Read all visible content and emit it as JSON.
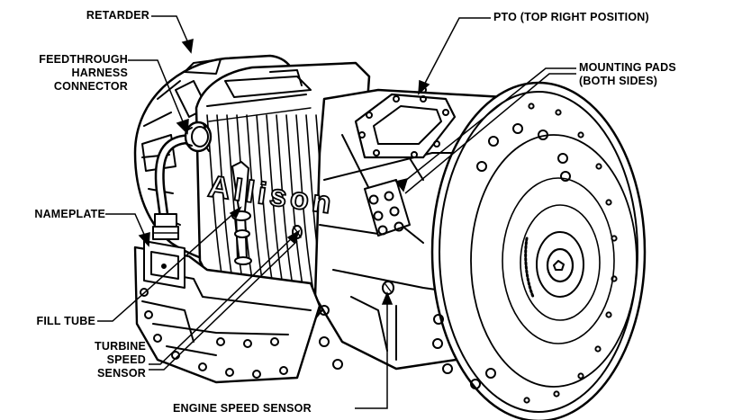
{
  "diagram": {
    "labels": {
      "retarder": [
        "RETARDER"
      ],
      "feedthrough": [
        "FEEDTHROUGH",
        "HARNESS",
        "CONNECTOR"
      ],
      "nameplate": [
        "NAMEPLATE"
      ],
      "fill_tube": [
        "FILL TUBE"
      ],
      "turbine": [
        "TURBINE",
        "SPEED",
        "SENSOR"
      ],
      "engine_speed": [
        "ENGINE SPEED SENSOR"
      ],
      "pto": [
        "PTO (TOP RIGHT POSITION)"
      ],
      "mounting_pads": [
        "MOUNTING PADS",
        "(BOTH SIDES)"
      ]
    },
    "case_lettering": "Allison",
    "colors": {
      "ink": "#000000",
      "paper": "#ffffff"
    }
  }
}
